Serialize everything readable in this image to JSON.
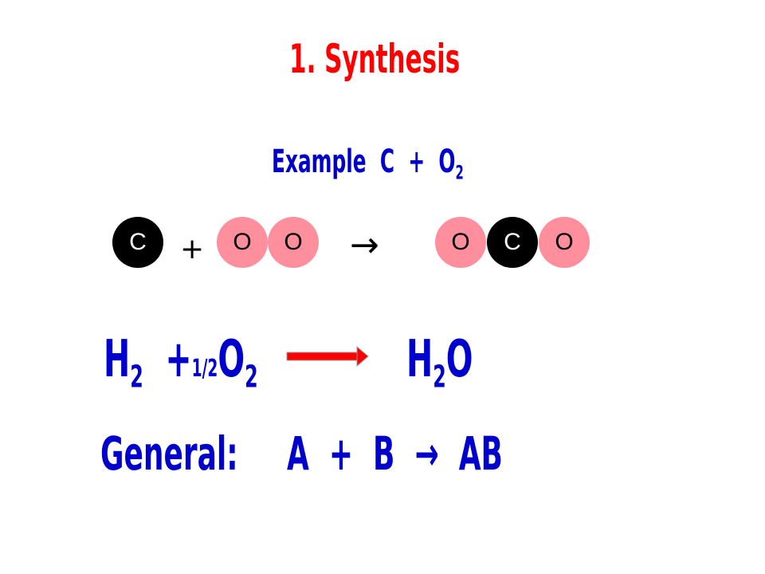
{
  "title": "1. Synthesis",
  "example": {
    "label": "Example",
    "reactant1": "C",
    "plus": "+",
    "reactant2": "O",
    "reactant2_sub": "2"
  },
  "diagram": {
    "carbon": "C",
    "plus": "+",
    "oxygen1": "O",
    "oxygen2": "O",
    "arrow": "→",
    "product_o1": "O",
    "product_c": "C",
    "product_o2": "O",
    "colors": {
      "carbon": "#000000",
      "oxygen": "#ff8f9c"
    }
  },
  "equation2": {
    "reactant1": "H",
    "reactant1_sub": "2",
    "plus": "+",
    "coefficient": "1/2",
    "reactant2": "O",
    "reactant2_sub": "2",
    "product_h": "H",
    "product_h_sub": "2",
    "product_o": "O",
    "arrow_color": "#ff0000"
  },
  "general": {
    "label": "General:",
    "a": "A",
    "plus": "+",
    "b": "B",
    "arrow": "→",
    "product": "AB"
  },
  "colors": {
    "title": "#ff0000",
    "text": "#0000cc"
  }
}
